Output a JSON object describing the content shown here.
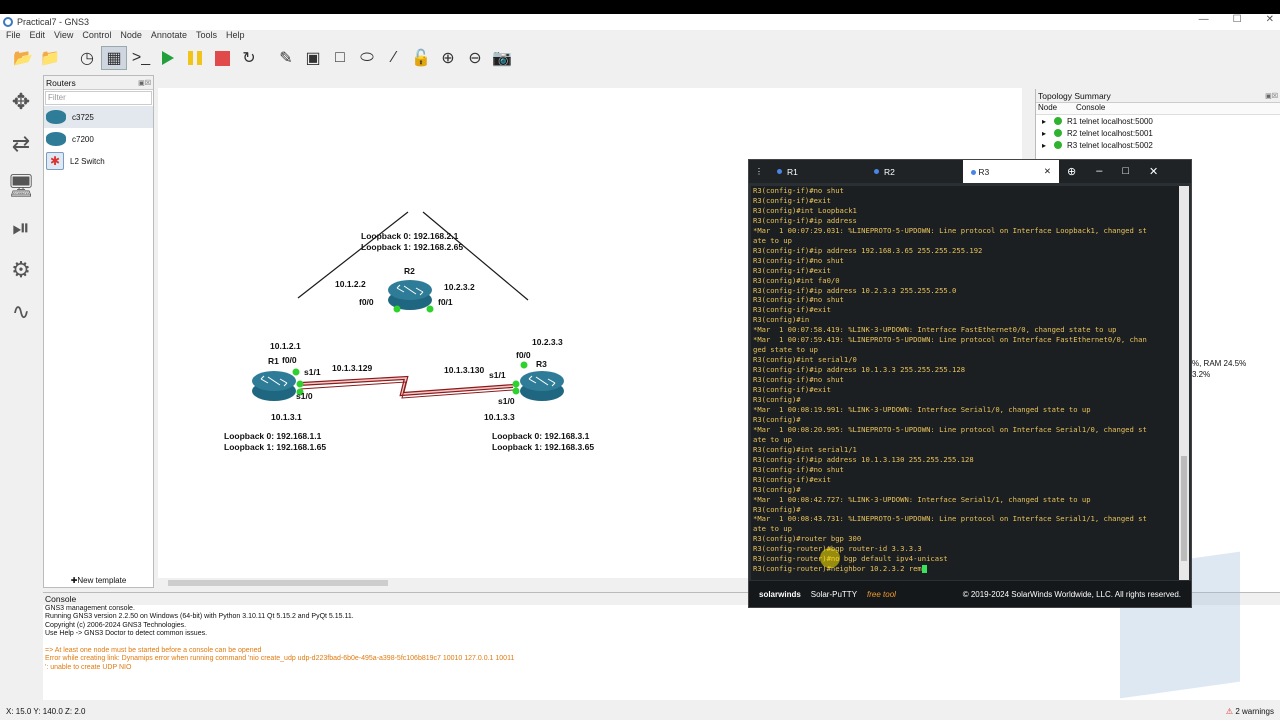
{
  "window": {
    "title": "Practical7 - GNS3",
    "min": "—",
    "max": "☐",
    "close": "✕"
  },
  "menu": [
    "File",
    "Edit",
    "View",
    "Control",
    "Node",
    "Annotate",
    "Tools",
    "Help"
  ],
  "toolbar_icons": [
    "open-folder-icon",
    "open-project-icon",
    "snapshot-clock-icon",
    "show-interfaces-icon",
    "console-all-icon",
    "start-icon",
    "suspend-icon",
    "stop-icon",
    "reload-icon",
    "edit-note-icon",
    "insert-image-icon",
    "rectangle-icon",
    "ellipse-icon",
    "line-icon",
    "lock-icon",
    "zoom-in-icon",
    "zoom-out-icon",
    "screenshot-icon"
  ],
  "routers_panel": {
    "title": "Routers",
    "filter_placeholder": "Filter",
    "items": [
      "c3725",
      "c7200",
      "L2 Switch"
    ],
    "new_template": "New template"
  },
  "topology": {
    "title": "Topology Summary",
    "columns": [
      "Node",
      "Console"
    ],
    "nodes": [
      {
        "name": "R1",
        "console": "telnet localhost:5000"
      },
      {
        "name": "R2",
        "console": "telnet localhost:5001"
      },
      {
        "name": "R3",
        "console": "telnet localhost:5002"
      }
    ]
  },
  "resource_text": [
    "%, RAM 24.5%",
    "3.2%"
  ],
  "diagram": {
    "r2_loopbacks": [
      "Loopback 0: 192.168.2.1",
      "Loopback 1: 192.168.2.65"
    ],
    "r1_loopbacks": [
      "Loopback 0: 192.168.1.1",
      "Loopback 1: 192.168.1.65"
    ],
    "r3_loopbacks": [
      "Loopback 0: 192.168.3.1",
      "Loopback 1: 192.168.3.65"
    ],
    "labels": {
      "r1": "R1",
      "r2": "R2",
      "r3": "R3",
      "ip_r2_left": "10.1.2.2",
      "ip_r2_right": "10.2.3.2",
      "r2_f00": "f0/0",
      "r2_f01": "f0/1",
      "ip_r1_top": "10.1.2.1",
      "r1_f00": "f0/0",
      "r1_s11": "s1/1",
      "r1_s10": "s1/0",
      "ip_serial_left": "10.1.3.129",
      "ip_serial_right": "10.1.3.130",
      "ip_r3_top": "10.2.3.3",
      "r3_f00": "f0/0",
      "r3_s11": "s1/1",
      "r3_s10": "s1/0",
      "ip_r1_bottom": "10.1.3.1",
      "ip_r3_bottom": "10.1.3.3"
    }
  },
  "console": {
    "title": "Console",
    "lines": [
      "GNS3 management console.",
      "Running GNS3 version 2.2.50 on Windows (64-bit) with Python 3.10.11 Qt 5.15.2 and PyQt 5.15.11.",
      "Copyright (c) 2006-2024 GNS3 Technologies.",
      "Use Help -> GNS3 Doctor to detect common issues."
    ],
    "warnings": [
      "=> At least one node must be started before a console can be opened",
      "Error while creating link: Dynamips error when running command 'nio create_udp udp-d223fbad-6b0e-495a-a398-5fc106b819c7 10010 127.0.0.1 10011",
      "': unable to create UDP NIO"
    ]
  },
  "status": {
    "coords": "X: 15.0 Y: 140.0 Z: 2.0",
    "warnings": "2 warnings"
  },
  "putty": {
    "tabs": [
      "R1",
      "R2",
      "R3"
    ],
    "terminal": [
      "R3(config-if)#no shut",
      "R3(config-if)#exit",
      "R3(config)#int Loopback1",
      "R3(config-if)#ip address",
      "*Mar  1 00:07:29.031: %LINEPROTO-5-UPDOWN: Line protocol on Interface Loopback1, changed st",
      "ate to up",
      "R3(config-if)#ip address 192.168.3.65 255.255.255.192",
      "R3(config-if)#no shut",
      "R3(config-if)#exit",
      "R3(config)#int fa0/0",
      "R3(config-if)#ip address 10.2.3.3 255.255.255.0",
      "R3(config-if)#no shut",
      "R3(config-if)#exit",
      "R3(config)#in",
      "*Mar  1 00:07:58.419: %LINK-3-UPDOWN: Interface FastEthernet0/0, changed state to up",
      "*Mar  1 00:07:59.419: %LINEPROTO-5-UPDOWN: Line protocol on Interface FastEthernet0/0, chan",
      "ged state to up",
      "R3(config)#int serial1/0",
      "R3(config-if)#ip address 10.1.3.3 255.255.255.128",
      "R3(config-if)#no shut",
      "R3(config-if)#exit",
      "R3(config)#",
      "*Mar  1 00:08:19.991: %LINK-3-UPDOWN: Interface Serial1/0, changed state to up",
      "R3(config)#",
      "*Mar  1 00:08:20.995: %LINEPROTO-5-UPDOWN: Line protocol on Interface Serial1/0, changed st",
      "ate to up",
      "R3(config)#int serial1/1",
      "R3(config-if)#ip address 10.1.3.130 255.255.255.128",
      "R3(config-if)#no shut",
      "R3(config-if)#exit",
      "R3(config)#",
      "*Mar  1 00:08:42.727: %LINK-3-UPDOWN: Interface Serial1/1, changed state to up",
      "R3(config)#",
      "*Mar  1 00:08:43.731: %LINEPROTO-5-UPDOWN: Line protocol on Interface Serial1/1, changed st",
      "ate to up",
      "R3(config)#router bgp 300",
      "R3(config-router)#bgp router-id 3.3.3.3",
      "R3(config-router)#no bgp default ipv4-unicast",
      "R3(config-router)#neighbor 10.2.3.2 rem"
    ],
    "brand": "solarwinds",
    "product": "Solar-PuTTY",
    "free": "free tool",
    "copyright": "© 2019-2024 SolarWinds Worldwide, LLC. All rights reserved."
  },
  "colors": {
    "link": "#1a1a1a",
    "port_up": "#2fd12f",
    "router": "#2e7c97",
    "serial": "#8b1a1a",
    "terminal_text": "#e9c25a"
  }
}
